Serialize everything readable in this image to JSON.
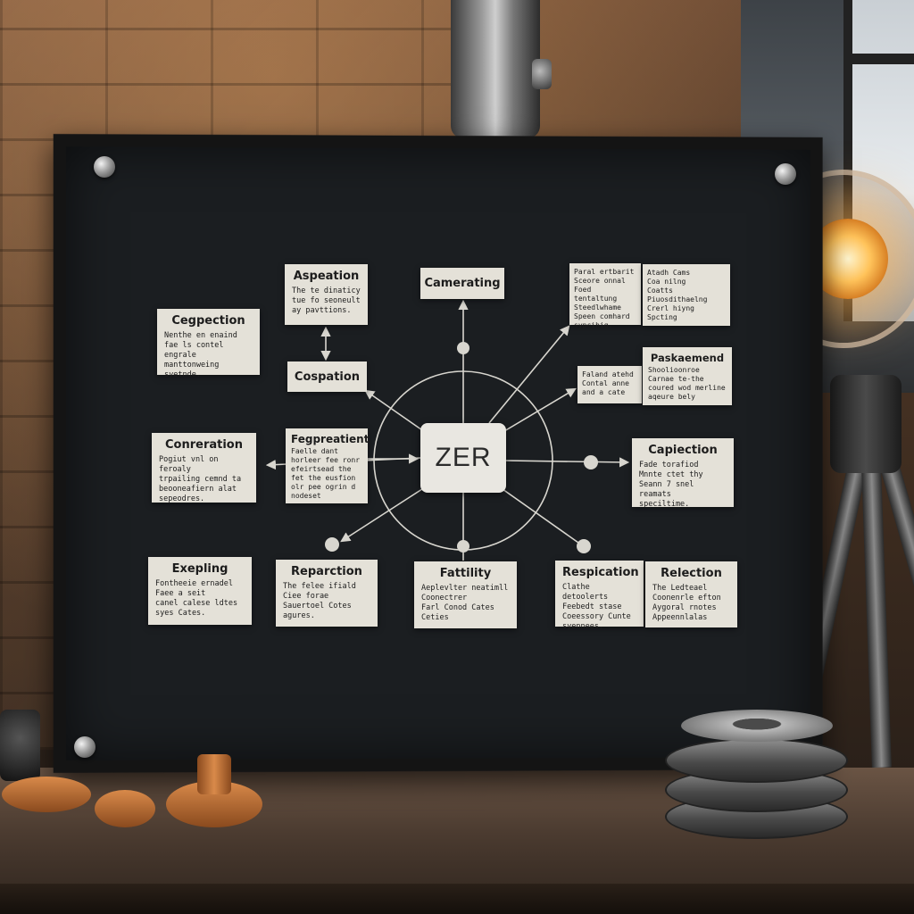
{
  "board": {
    "center_label": "ZER",
    "notes": {
      "aspeation": {
        "title": "Aspeation",
        "body": "The te dinaticy\ntue fo seoneult\nay pavttions."
      },
      "camerating": {
        "title": "Camerating"
      },
      "cegpection": {
        "title": "Cegpection",
        "body": "Nenthe en enaind\nfae ls contel engrale\nmanttonweing\nsyetnde."
      },
      "cospation": {
        "title": "Cospation"
      },
      "top_right_a": {
        "body": "Paral ertbarit\nSceore onnal\nFoed tentaltung\nSteedlwhame\nSpeen comhard\nsypcihig."
      },
      "top_right_b": {
        "body": "Atadh Cams\nCoa nilng\nCoatts\nPiuosdithaelng\nCrerl hiyng\nSpcting"
      },
      "faland": {
        "body": "Faland atehd\nContal anne\nand a cate"
      },
      "paskaemend": {
        "title": "Paskaemend",
        "body": "Shoolioonroe\nCarnae te-the\ncoured wod merline\naqeure bely"
      },
      "conreration": {
        "title": "Conreration",
        "body": "Pogiut vnl on feroaly\ntrpailing cemnd ta\nbeooneafiern alat\nsepeodres."
      },
      "fegpreatient": {
        "title": "Fegpreatient",
        "body": "Faelle dant\nhorleer fee ronr\nefeirtsead the\nfet the eusfion\nolr pee ogrin d\nnodeset"
      },
      "capiection": {
        "title": "Capiection",
        "body": "Fade torafiod\nMnnte ctet thy\nSeann 7 snel reamats\nspeciltime."
      },
      "exepling": {
        "title": "Exepling",
        "body": "Fontheeie ernadel\nFaee a seit\ncanel calese ldtes\nsyes Cates."
      },
      "reparction": {
        "title": "Reparction",
        "body": "The felee ifiald\nCiee forae\nSauertoel Cotes\nagures."
      },
      "fattility": {
        "title": "Fattility",
        "body": "Aeplevlter neatimll\nCoonectrer\nFarl Conod Cates\nCeties"
      },
      "respication": {
        "title": "Respication",
        "body": "Clathe detoolerts\nFeebedt stase\nCoeessory Cunte\nsyennees."
      },
      "relection": {
        "title": "Relection",
        "body": "The Ledteael\nCoonenrle efton\nAygoral rnotes\nAppeennlalas"
      }
    }
  }
}
